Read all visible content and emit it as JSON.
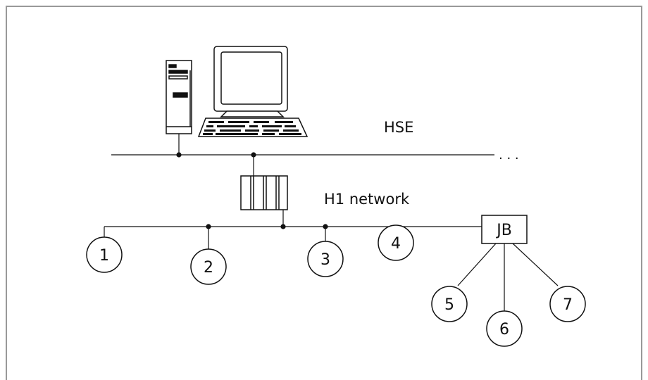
{
  "labels": {
    "hse": "HSE",
    "h1_network": "H1 network",
    "ellipsis": ". . .",
    "junction_box": "JB"
  },
  "nodes": {
    "n1": "1",
    "n2": "2",
    "n3": "3",
    "n4": "4",
    "n5": "5",
    "n6": "6",
    "n7": "7"
  },
  "colors": {
    "line": "#111111",
    "frame": "#999999",
    "background": "#ffffff"
  }
}
